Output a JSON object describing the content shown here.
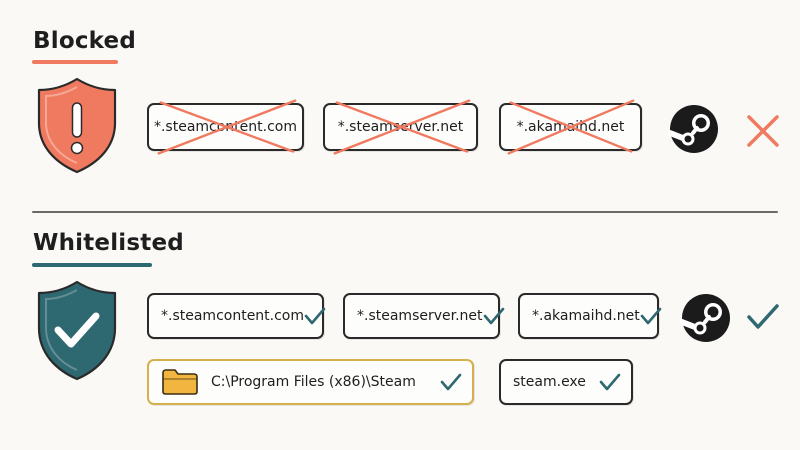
{
  "blocked": {
    "heading": "Blocked",
    "domains": [
      "*.steamcontent.com",
      "*.steamserver.net",
      "*.akamaihd.net"
    ]
  },
  "whitelisted": {
    "heading": "Whitelisted",
    "domains": [
      "*.steamcontent.com",
      "*.steamserver.net",
      "*.akamaihd.net"
    ],
    "folder_path": "C:\\Program Files (x86)\\Steam",
    "executable": "steam.exe"
  },
  "colors": {
    "blocked_accent": "#f07a5f",
    "whitelisted_accent": "#2e6871",
    "folder_fill": "#f2b540",
    "folder_border": "#d4b14a"
  },
  "icons": {
    "blocked_shield": "shield-exclamation-icon",
    "whitelisted_shield": "shield-check-icon",
    "app_logo": "steam-logo-icon",
    "blocked_status": "red-x-icon",
    "allowed_status": "checkmark-icon",
    "folder": "folder-icon"
  }
}
